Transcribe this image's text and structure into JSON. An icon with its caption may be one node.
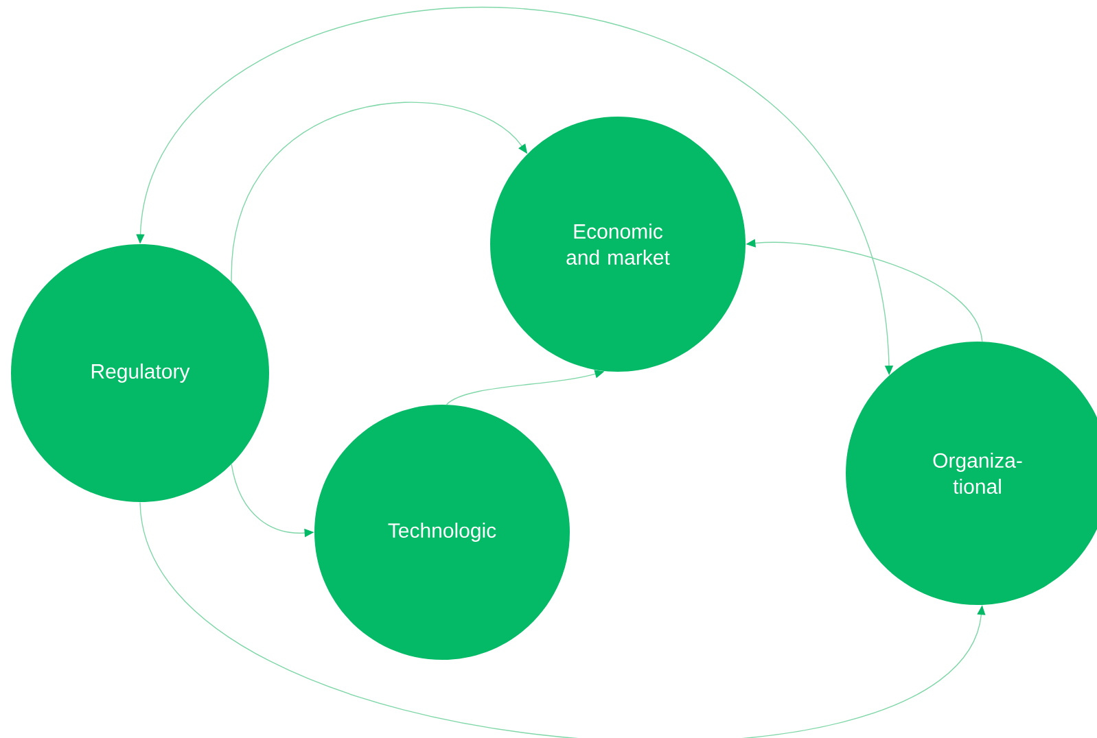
{
  "diagram": {
    "nodes": [
      {
        "text": [
          "Regulatory"
        ]
      },
      {
        "text": [
          "Economic and market"
        ]
      },
      {
        "text": [
          "Technologic"
        ]
      },
      {
        "text": [
          "Organiza- tional"
        ]
      }
    ],
    "edges": [
      {
        "from": 0,
        "to": 1,
        "arrow": "to"
      },
      {
        "from": 0,
        "to": 2,
        "arrow": "to"
      },
      {
        "from": 0,
        "to": 3,
        "arrow": "both"
      },
      {
        "from": 0,
        "to": 3,
        "arrow": "to"
      },
      {
        "from": 2,
        "to": 1,
        "arrow": "to"
      },
      {
        "from": 3,
        "to": 1,
        "arrow": "to"
      }
    ]
  }
}
